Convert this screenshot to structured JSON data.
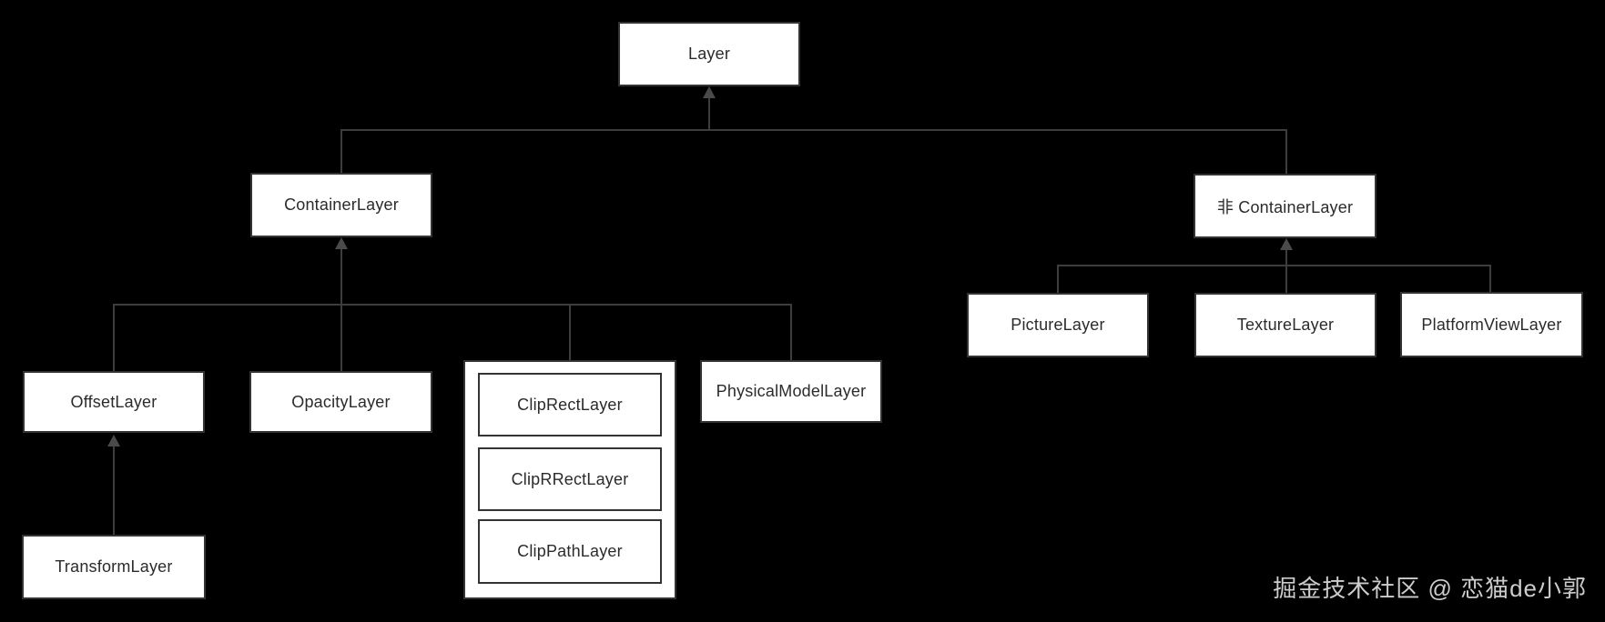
{
  "diagram": {
    "description": "Flutter Layer class hierarchy",
    "nodes": {
      "layer": {
        "label": "Layer"
      },
      "container_layer": {
        "label": "ContainerLayer"
      },
      "non_container_layer": {
        "label": "非 ContainerLayer"
      },
      "offset_layer": {
        "label": "OffsetLayer"
      },
      "opacity_layer": {
        "label": "OpacityLayer"
      },
      "clip_rect_layer": {
        "label": "ClipRectLayer"
      },
      "clip_rrect_layer": {
        "label": "ClipRRectLayer"
      },
      "clip_path_layer": {
        "label": "ClipPathLayer"
      },
      "physical_model_layer": {
        "label": "PhysicalModelLayer"
      },
      "transform_layer": {
        "label": "TransformLayer"
      },
      "picture_layer": {
        "label": "PictureLayer"
      },
      "texture_layer": {
        "label": "TextureLayer"
      },
      "platform_view_layer": {
        "label": "PlatformViewLayer"
      }
    },
    "edges": [
      {
        "child": "ContainerLayer",
        "parent": "Layer"
      },
      {
        "child": "非 ContainerLayer",
        "parent": "Layer"
      },
      {
        "child": "OffsetLayer",
        "parent": "ContainerLayer"
      },
      {
        "child": "OpacityLayer",
        "parent": "ContainerLayer"
      },
      {
        "child": "ClipRectLayer / ClipRRectLayer / ClipPathLayer (group)",
        "parent": "ContainerLayer"
      },
      {
        "child": "PhysicalModelLayer",
        "parent": "ContainerLayer"
      },
      {
        "child": "TransformLayer",
        "parent": "OffsetLayer"
      },
      {
        "child": "PictureLayer",
        "parent": "非 ContainerLayer"
      },
      {
        "child": "TextureLayer",
        "parent": "非 ContainerLayer"
      },
      {
        "child": "PlatformViewLayer",
        "parent": "非 ContainerLayer"
      }
    ],
    "colors": {
      "background": "#000000",
      "box_fill": "#ffffff",
      "box_border": "#333333",
      "box_text": "#2b2b2b",
      "connector_line": "#3d3d3d",
      "arrowhead": "#4a4a4a",
      "watermark_text": "#cccccc"
    }
  },
  "watermark": {
    "text": "掘金技术社区 @ 恋猫de小郭"
  }
}
